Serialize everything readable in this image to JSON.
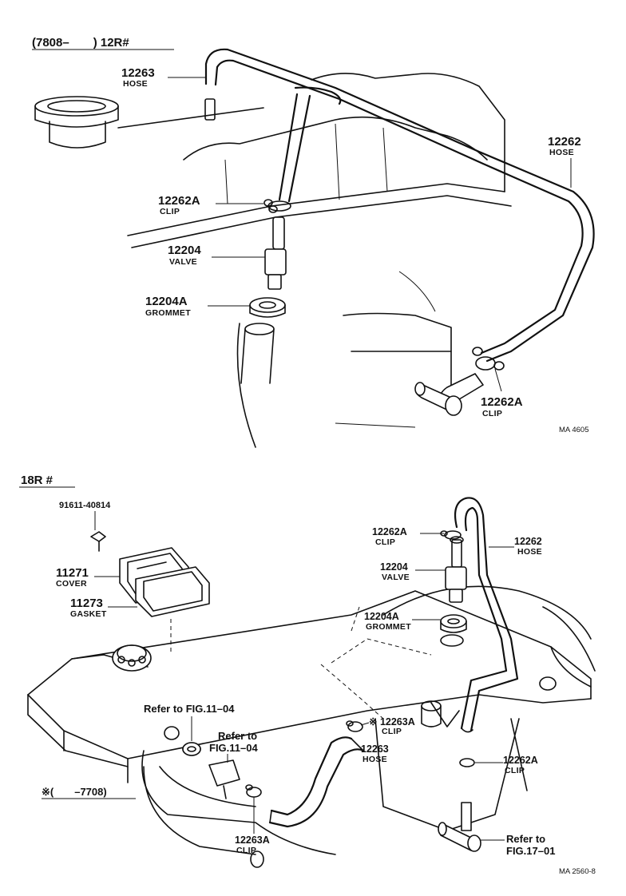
{
  "top": {
    "header": "(7808–　　) 12R#",
    "parts": [
      {
        "number": "12263",
        "name": "HOSE"
      },
      {
        "number": "12262",
        "name": "HOSE"
      },
      {
        "number": "12262A",
        "name": "CLIP"
      },
      {
        "number": "12204",
        "name": "VALVE"
      },
      {
        "number": "12204A",
        "name": "GROMMET"
      },
      {
        "number": "12262A",
        "name": "CLIP"
      }
    ],
    "code": "MA 4605"
  },
  "bottom": {
    "header": "18R #",
    "parts": [
      {
        "number": "91611-40814",
        "name": ""
      },
      {
        "number": "11271",
        "name": "COVER"
      },
      {
        "number": "11273",
        "name": "GASKET"
      },
      {
        "number": "12262A",
        "name": "CLIP"
      },
      {
        "number": "12262",
        "name": "HOSE"
      },
      {
        "number": "12204",
        "name": "VALVE"
      },
      {
        "number": "12204A",
        "name": "GROMMET"
      },
      {
        "number": "※ 12263A",
        "name": "CLIP"
      },
      {
        "number": "12263",
        "name": "HOSE"
      },
      {
        "number": "12262A",
        "name": "CLIP"
      },
      {
        "number": "12263A",
        "name": "CLIP"
      }
    ],
    "refs": {
      "fig_11_04_a": "Refer to FIG.11–04",
      "fig_11_04_b_line1": "Refer to",
      "fig_11_04_b_line2": "FIG.11–04",
      "fig_17_01_line1": "Refer to",
      "fig_17_01_line2": "FIG.17–01"
    },
    "note": "※(　　–7708)",
    "code": "MA 2560-8"
  }
}
